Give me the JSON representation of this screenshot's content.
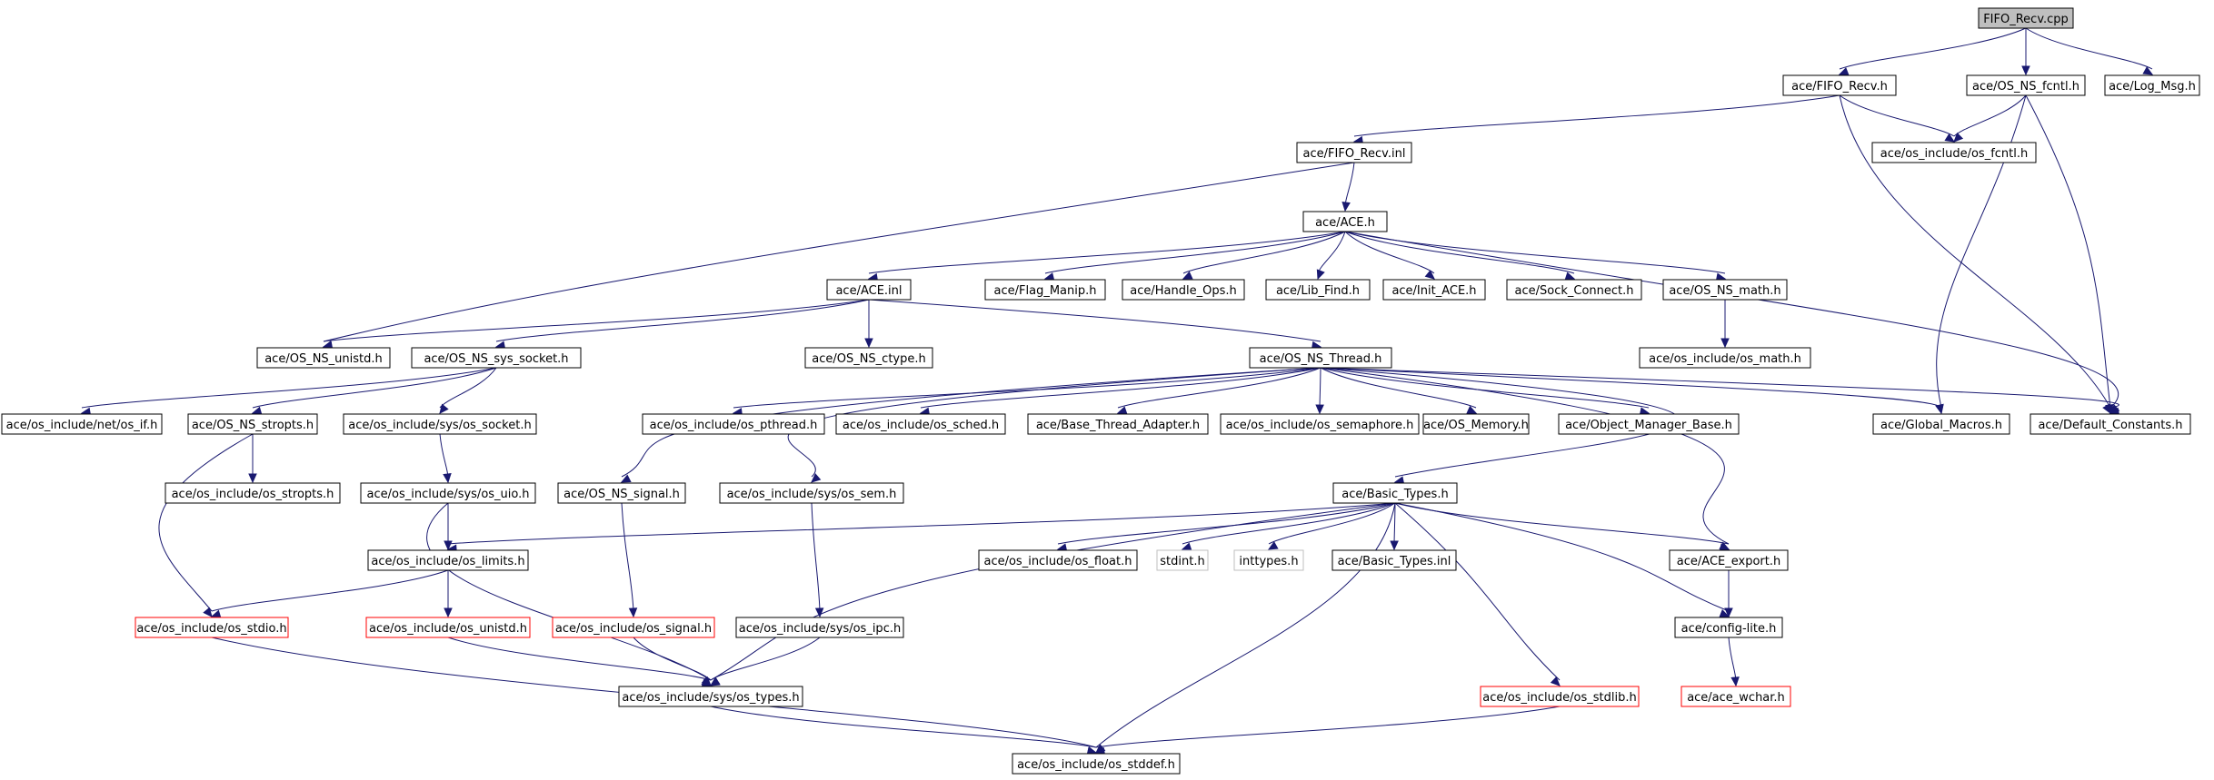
{
  "colors": {
    "edge": "#191970",
    "node_border_normal": "#000000",
    "node_border_truncated": "#ff0000",
    "node_border_external": "#bfbfbf",
    "root_fill": "#bfbfbf"
  },
  "nodes": {
    "fifo_recv_cpp": "FIFO_Recv.cpp",
    "fifo_recv_h": "ace/FIFO_Recv.h",
    "os_ns_fcntl_h": "ace/OS_NS_fcntl.h",
    "log_msg_h": "ace/Log_Msg.h",
    "fifo_recv_inl": "ace/FIFO_Recv.inl",
    "os_fcntl_h": "ace/os_include/os_fcntl.h",
    "ace_h": "ace/ACE.h",
    "ace_inl": "ace/ACE.inl",
    "flag_manip_h": "ace/Flag_Manip.h",
    "handle_ops_h": "ace/Handle_Ops.h",
    "lib_find_h": "ace/Lib_Find.h",
    "init_ace_h": "ace/Init_ACE.h",
    "sock_connect_h": "ace/Sock_Connect.h",
    "os_ns_math_h": "ace/OS_NS_math.h",
    "os_ns_unistd_h": "ace/OS_NS_unistd.h",
    "os_ns_sys_socket_h": "ace/OS_NS_sys_socket.h",
    "os_ns_ctype_h": "ace/OS_NS_ctype.h",
    "os_ns_thread_h": "ace/OS_NS_Thread.h",
    "os_math_h": "ace/os_include/os_math.h",
    "net_os_if_h": "ace/os_include/net/os_if.h",
    "os_ns_stropts_h": "ace/OS_NS_stropts.h",
    "sys_os_socket_h": "ace/os_include/sys/os_socket.h",
    "os_pthread_h": "ace/os_include/os_pthread.h",
    "os_sched_h": "ace/os_include/os_sched.h",
    "base_thread_adapter_h": "ace/Base_Thread_Adapter.h",
    "os_semaphore_h": "ace/os_include/os_semaphore.h",
    "os_memory_h": "ace/OS_Memory.h",
    "object_manager_base_h": "ace/Object_Manager_Base.h",
    "global_macros_h": "ace/Global_Macros.h",
    "default_constants_h": "ace/Default_Constants.h",
    "os_stropts_h": "ace/os_include/os_stropts.h",
    "sys_os_uio_h": "ace/os_include/sys/os_uio.h",
    "os_ns_signal_h": "ace/OS_NS_signal.h",
    "sys_os_sem_h": "ace/os_include/sys/os_sem.h",
    "basic_types_h": "ace/Basic_Types.h",
    "os_limits_h": "ace/os_include/os_limits.h",
    "os_float_h": "ace/os_include/os_float.h",
    "stdint_h": "stdint.h",
    "inttypes_h": "inttypes.h",
    "basic_types_inl": "ace/Basic_Types.inl",
    "ace_export_h": "ace/ACE_export.h",
    "os_stdio_h": "ace/os_include/os_stdio.h",
    "os_unistd_h": "ace/os_include/os_unistd.h",
    "os_signal_h": "ace/os_include/os_signal.h",
    "sys_os_ipc_h": "ace/os_include/sys/os_ipc.h",
    "config_lite_h": "ace/config-lite.h",
    "sys_os_types_h": "ace/os_include/sys/os_types.h",
    "os_stdlib_h": "ace/os_include/os_stdlib.h",
    "ace_wchar_h": "ace/ace_wchar.h",
    "os_stddef_h": "ace/os_include/os_stddef.h"
  }
}
